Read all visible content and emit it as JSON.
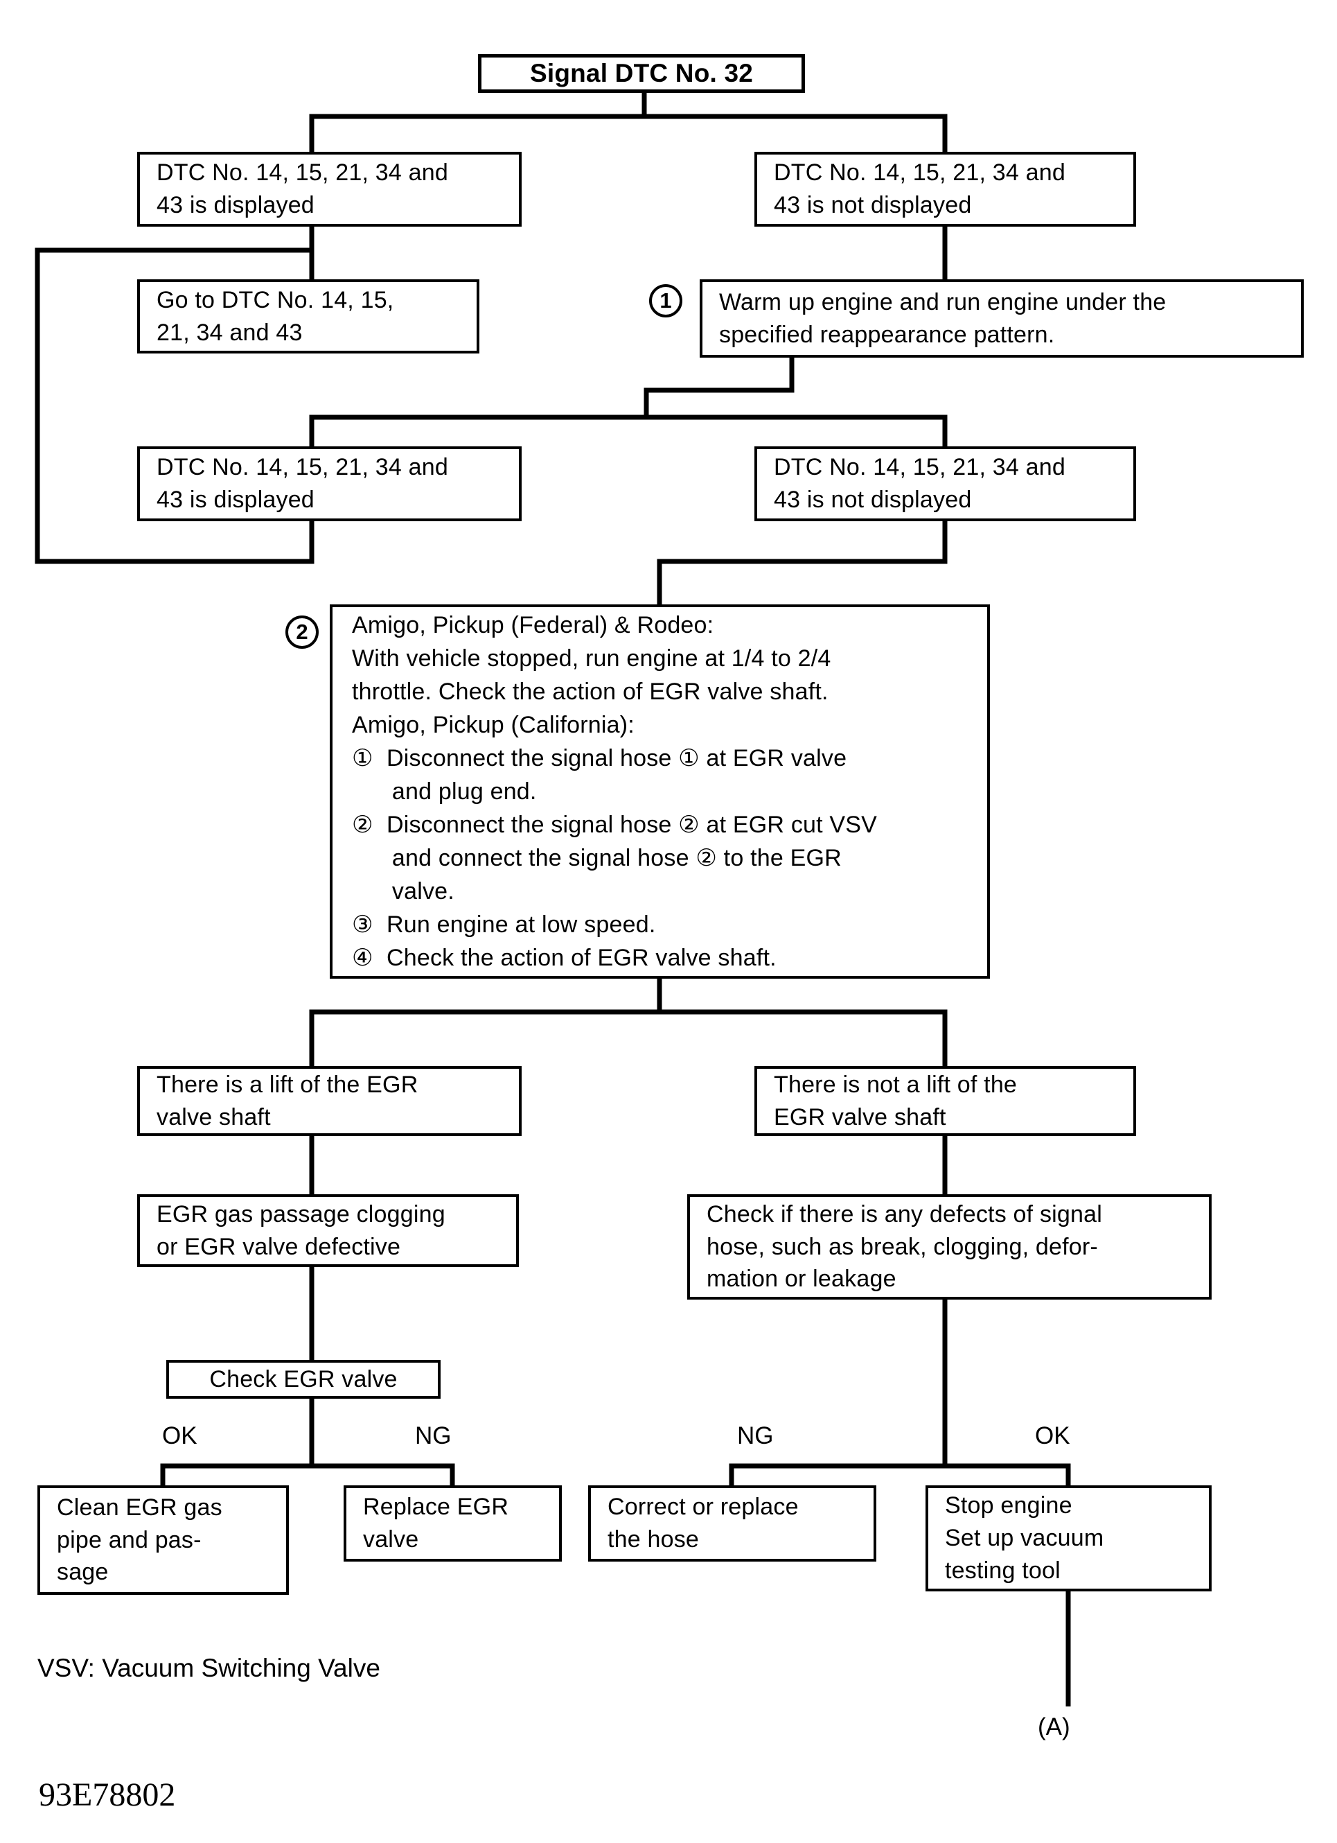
{
  "colors": {
    "ink": "#000000",
    "paper": "#ffffff"
  },
  "page": {
    "footnote": "VSV: Vacuum Switching Valve",
    "connector_label": "(A)",
    "figure_code": "93E78802"
  },
  "flowchart": {
    "title": "Signal DTC No. 32",
    "step_circles": {
      "step1": "1",
      "step2": "2"
    },
    "branch_labels": {
      "ok_left": "OK",
      "ng_left": "NG",
      "ng_right": "NG",
      "ok_right": "OK"
    },
    "boxes": {
      "displayed_top": [
        "DTC No. 14, 15, 21, 34 and",
        "43 is displayed"
      ],
      "not_displayed_top": [
        "DTC No. 14, 15, 21, 34 and",
        "43 is not displayed"
      ],
      "goto_dtc": [
        "Go to DTC No. 14, 15,",
        "21, 34 and 43"
      ],
      "warm_up": [
        "Warm up engine and run engine under the",
        "specified reappearance pattern."
      ],
      "displayed_second": [
        "DTC No. 14, 15, 21, 34 and",
        "43 is displayed"
      ],
      "not_displayed_second": [
        "DTC No. 14, 15, 21, 34 and",
        "43 is not displayed"
      ],
      "egr_check_procedure": [
        "Amigo, Pickup (Federal) & Rodeo:",
        "With vehicle stopped, run engine at 1/4 to 2/4",
        "throttle. Check the action of EGR valve shaft.",
        "Amigo, Pickup (California):",
        "①  Disconnect the signal hose ① at EGR valve",
        "      and plug end.",
        "②  Disconnect the signal hose ② at EGR cut VSV",
        "      and connect the signal hose ② to the EGR",
        "      valve.",
        "③  Run engine at low speed.",
        "④  Check the action of EGR valve shaft."
      ],
      "lift": [
        "There is a lift of the EGR",
        "valve shaft"
      ],
      "no_lift": [
        "There is not a lift of the",
        "EGR valve shaft"
      ],
      "clogging": [
        "EGR gas passage clogging",
        "or EGR valve defective"
      ],
      "check_defects": [
        "Check if there is any defects of signal",
        "hose, such as break, clogging, defor-",
        "mation or leakage"
      ],
      "check_egr_valve": "Check EGR valve",
      "clean_pipe": [
        "Clean EGR gas",
        "pipe and pas-",
        "sage"
      ],
      "replace_valve": [
        "Replace EGR",
        "valve"
      ],
      "correct_hose": [
        "Correct or replace",
        "the hose"
      ],
      "stop_engine": [
        "Stop engine",
        "Set up vacuum",
        "testing tool"
      ]
    }
  }
}
